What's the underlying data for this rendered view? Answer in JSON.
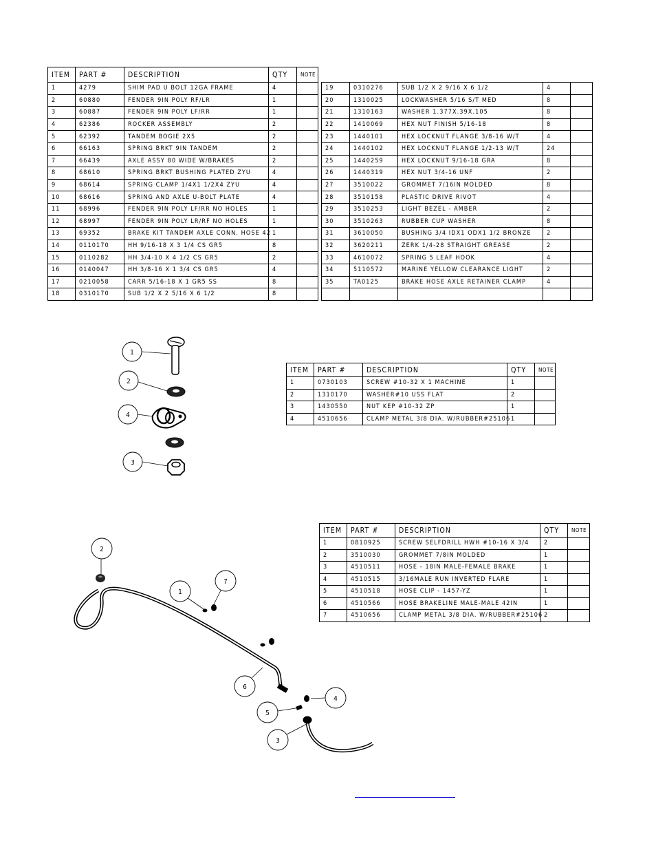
{
  "columns": {
    "item": "ITEM",
    "part": "PART #",
    "description": "DESCRIPTION",
    "qty": "QTY",
    "note": "NOTE"
  },
  "main_parts": [
    {
      "item": "1",
      "part": "4279",
      "description": "SHIM PAD   U BOLT 12GA FRAME",
      "qty": "4",
      "note": ""
    },
    {
      "item": "2",
      "part": "60880",
      "description": "FENDER  9IN POLY RF/LR",
      "qty": "1",
      "note": ""
    },
    {
      "item": "3",
      "part": "60887",
      "description": "FENDER  9IN POLY LF/RR",
      "qty": "1",
      "note": ""
    },
    {
      "item": "4",
      "part": "62386",
      "description": "ROCKER ASSEMBLY",
      "qty": "2",
      "note": ""
    },
    {
      "item": "5",
      "part": "62392",
      "description": "TANDEM BOGIE   2X5",
      "qty": "2",
      "note": ""
    },
    {
      "item": "6",
      "part": "66163",
      "description": "SPRING BRKT   9IN TANDEM",
      "qty": "2",
      "note": ""
    },
    {
      "item": "7",
      "part": "66439",
      "description": "AXLE ASSY 80 WIDE W/BRAKES",
      "qty": "2",
      "note": ""
    },
    {
      "item": "8",
      "part": "68610",
      "description": "SPRING BRKT BUSHING PLATED ZYU",
      "qty": "4",
      "note": ""
    },
    {
      "item": "9",
      "part": "68614",
      "description": "SPRING CLAMP   1/4X1 1/2X4  ZYU",
      "qty": "4",
      "note": ""
    },
    {
      "item": "10",
      "part": "68616",
      "description": "SPRING AND AXLE U-BOLT PLATE",
      "qty": "4",
      "note": ""
    },
    {
      "item": "11",
      "part": "68996",
      "description": "FENDER  9IN POLY LF/RR NO HOLES",
      "qty": "1",
      "note": ""
    },
    {
      "item": "12",
      "part": "68997",
      "description": "FENDER  9IN POLY LR/RF NO HOLES",
      "qty": "1",
      "note": ""
    },
    {
      "item": "13",
      "part": "69352",
      "description": "BRAKE KIT TANDEM AXLE CONN. HOSE 42",
      "qty": "1",
      "note": ""
    },
    {
      "item": "14",
      "part": "0110170",
      "description": "HH 9/16-18 X 3 1/4 CS GR5",
      "qty": "8",
      "note": ""
    },
    {
      "item": "15",
      "part": "0110282",
      "description": "HH 3/4-10 X 4 1/2 CS GR5",
      "qty": "2",
      "note": ""
    },
    {
      "item": "16",
      "part": "0140047",
      "description": "HH 3/8-16 X 1 3/4 CS GR5",
      "qty": "4",
      "note": ""
    },
    {
      "item": "17",
      "part": "0210058",
      "description": "CARR 5/16-18 X 1 GR5 SS",
      "qty": "8",
      "note": ""
    },
    {
      "item": "18",
      "part": "0310170",
      "description": "SUB 1/2 X 2 5/16 X 6 1/2",
      "qty": "8",
      "note": ""
    }
  ],
  "main_parts_cont": [
    {
      "item": "19",
      "part": "0310276",
      "description": "SUB 1/2 X 2 9/16 X 6 1/2",
      "qty": "4",
      "note": ""
    },
    {
      "item": "20",
      "part": "1310025",
      "description": "LOCKWASHER 5/16 S/T MED",
      "qty": "8",
      "note": ""
    },
    {
      "item": "21",
      "part": "1310163",
      "description": "WASHER 1.377X.39X.105",
      "qty": "8",
      "note": ""
    },
    {
      "item": "22",
      "part": "1410069",
      "description": "HEX NUT FINISH 5/16-18",
      "qty": "8",
      "note": ""
    },
    {
      "item": "23",
      "part": "1440101",
      "description": "HEX LOCKNUT FLANGE 3/8-16 W/T",
      "qty": "4",
      "note": ""
    },
    {
      "item": "24",
      "part": "1440102",
      "description": "HEX LOCKNUT FLANGE 1/2-13 W/T",
      "qty": "24",
      "note": ""
    },
    {
      "item": "25",
      "part": "1440259",
      "description": "HEX LOCKNUT 9/16-18 GRA",
      "qty": "8",
      "note": ""
    },
    {
      "item": "26",
      "part": "1440319",
      "description": "HEX NUT 3/4-16 UNF",
      "qty": "2",
      "note": ""
    },
    {
      "item": "27",
      "part": "3510022",
      "description": "GROMMET  7/16IN MOLDED",
      "qty": "8",
      "note": ""
    },
    {
      "item": "28",
      "part": "3510158",
      "description": "PLASTIC DRIVE RIVOT",
      "qty": "4",
      "note": ""
    },
    {
      "item": "29",
      "part": "3510253",
      "description": "LIGHT BEZEL - AMBER",
      "qty": "2",
      "note": ""
    },
    {
      "item": "30",
      "part": "3510263",
      "description": "RUBBER CUP WASHER",
      "qty": "8",
      "note": ""
    },
    {
      "item": "31",
      "part": "3610050",
      "description": "BUSHING  3/4 IDX1 ODX1 1/2 BRONZE",
      "qty": "2",
      "note": ""
    },
    {
      "item": "32",
      "part": "3620211",
      "description": "ZERK  1/4-28 STRAIGHT GREASE",
      "qty": "2",
      "note": ""
    },
    {
      "item": "33",
      "part": "4610072",
      "description": "SPRING  5 LEAF HOOK",
      "qty": "4",
      "note": ""
    },
    {
      "item": "34",
      "part": "5110572",
      "description": "MARINE YELLOW CLEARANCE LIGHT",
      "qty": "2",
      "note": ""
    },
    {
      "item": "35",
      "part": "TA0125",
      "description": "BRAKE HOSE AXLE RETAINER CLAMP",
      "qty": "4",
      "note": ""
    },
    {
      "item": "",
      "part": "",
      "description": "",
      "qty": "",
      "note": ""
    }
  ],
  "clamp_kit": [
    {
      "item": "1",
      "part": "0730103",
      "description": "SCREW #10-32 X 1 MACHINE",
      "qty": "1",
      "note": ""
    },
    {
      "item": "2",
      "part": "1310170",
      "description": "WASHER#10 USS FLAT",
      "qty": "2",
      "note": ""
    },
    {
      "item": "3",
      "part": "1430550",
      "description": "NUT KEP #10-32 ZP",
      "qty": "1",
      "note": ""
    },
    {
      "item": "4",
      "part": "4510656",
      "description": "CLAMP METAL 3/8 DIA. W/RUBBER#25106",
      "qty": "1",
      "note": ""
    }
  ],
  "brake_kit": [
    {
      "item": "1",
      "part": "0810925",
      "description": "SCREW SELFDRILL HWH #10-16 X 3/4",
      "qty": "2",
      "note": ""
    },
    {
      "item": "2",
      "part": "3510030",
      "description": "GROMMET  7/8IN MOLDED",
      "qty": "1",
      "note": ""
    },
    {
      "item": "3",
      "part": "4510511",
      "description": "HOSE - 18IN MALE-FEMALE BRAKE",
      "qty": "1",
      "note": ""
    },
    {
      "item": "4",
      "part": "4510515",
      "description": "3/16MALE RUN INVERTED FLARE",
      "qty": "1",
      "note": ""
    },
    {
      "item": "5",
      "part": "4510518",
      "description": "HOSE CLIP - 1457-YZ",
      "qty": "1",
      "note": ""
    },
    {
      "item": "6",
      "part": "4510566",
      "description": "HOSE BRAKELINE MALE-MALE 42IN",
      "qty": "1",
      "note": ""
    },
    {
      "item": "7",
      "part": "4510656",
      "description": "CLAMP METAL 3/8 DIA. W/RUBBER#25106",
      "qty": "2",
      "note": ""
    }
  ],
  "clamp_drawing_balloons": [
    "1",
    "2",
    "4",
    "3"
  ],
  "brake_drawing_balloons": [
    "2",
    "1",
    "7",
    "6",
    "4",
    "5",
    "3"
  ],
  "link_color": "#0000cc"
}
